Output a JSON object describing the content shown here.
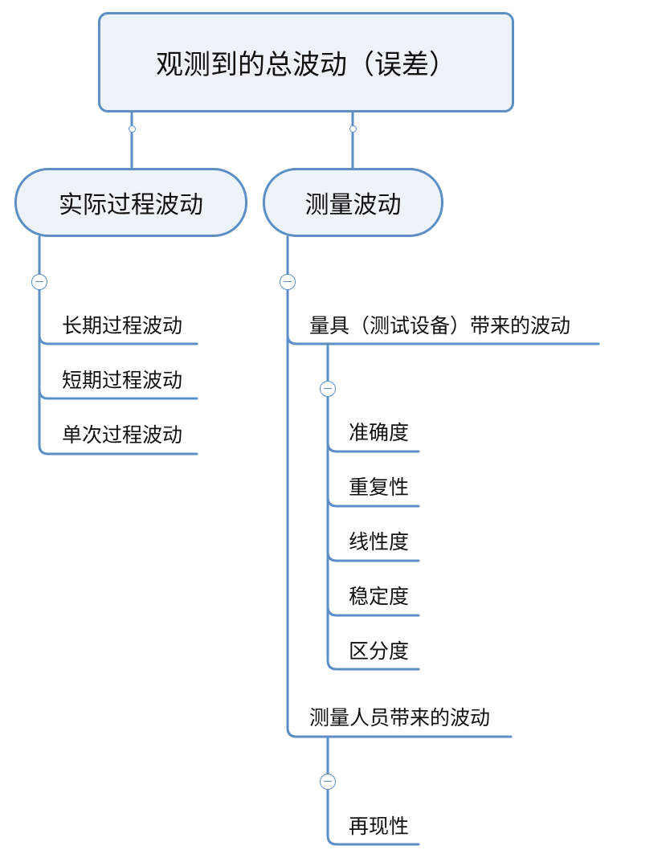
{
  "root": {
    "title": "观测到的总波动（误差）"
  },
  "branches": {
    "actual": {
      "label": "实际过程波动",
      "items": [
        "长期过程波动",
        "短期过程波动",
        "单次过程波动"
      ]
    },
    "measurement": {
      "label": "测量波动",
      "gauge": {
        "label": "量具（测试设备）带来的波动",
        "items": [
          "准确度",
          "重复性",
          "线性度",
          "稳定度",
          "区分度"
        ]
      },
      "operator": {
        "label": "测量人员带来的波动",
        "items": [
          "再现性"
        ]
      }
    }
  },
  "colors": {
    "line": "#5b8fc5",
    "node_fill": "#eef3f9",
    "text": "#111111"
  }
}
